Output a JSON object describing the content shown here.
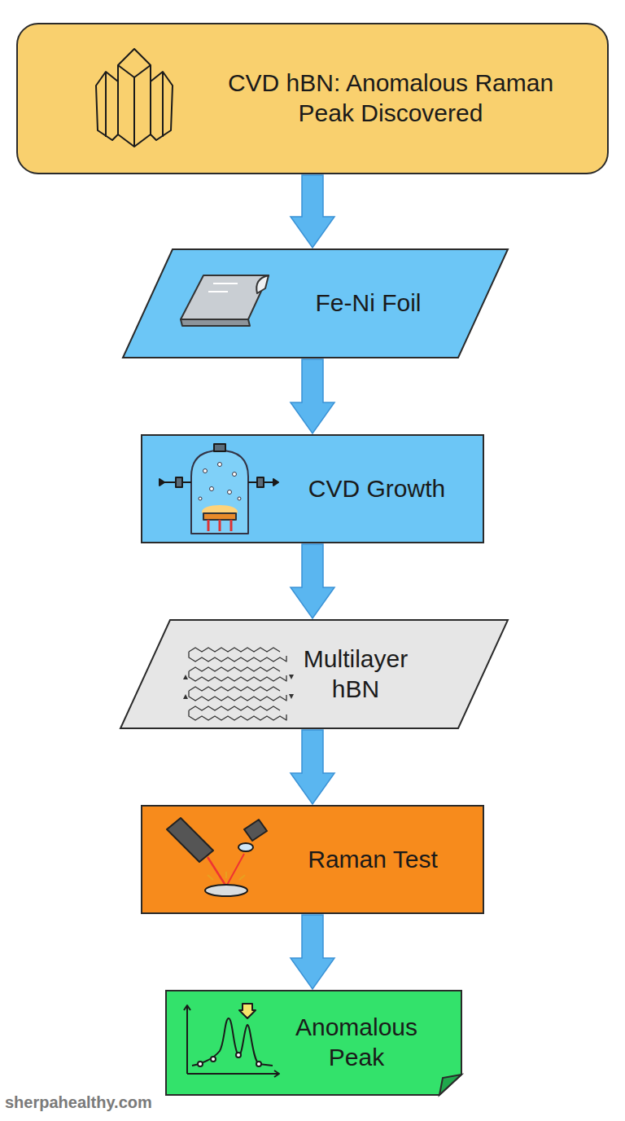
{
  "diagram": {
    "nodes": [
      {
        "text": [
          "CVD hBN: Anomalous Raman Peak Discovered"
        ]
      },
      {
        "text": [
          "Fe-Ni Foil"
        ]
      },
      {
        "text": [
          "CVD Growth"
        ]
      },
      {
        "text": [
          "Multilayer hBN"
        ]
      },
      {
        "text": [
          "Raman Test"
        ]
      },
      {
        "text": [
          "Anomalous Peak"
        ]
      }
    ],
    "edges": [
      {
        "from": 0,
        "to": 1,
        "arrow": "to"
      },
      {
        "from": 1,
        "to": 2,
        "arrow": "to"
      },
      {
        "from": 2,
        "to": 3,
        "arrow": "to"
      },
      {
        "from": 3,
        "to": 4,
        "arrow": "to"
      },
      {
        "from": 4,
        "to": 5,
        "arrow": "to"
      }
    ],
    "labels": [
      "sherpahealthy.com"
    ]
  }
}
